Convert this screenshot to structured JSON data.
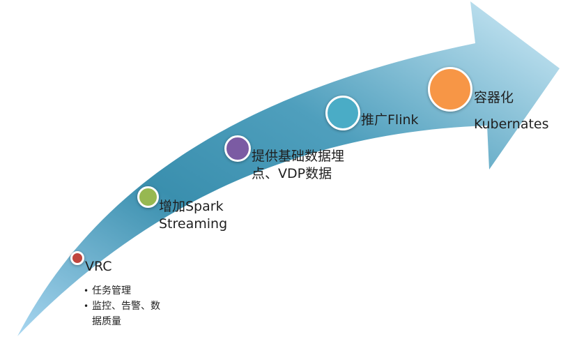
{
  "colors": {
    "arrow_tip": "#c9e6f6",
    "arrow_mid": "#3a8fae",
    "arrow_tail": "#9dd0ee",
    "arrow_dark": "#2b7796"
  },
  "milestones": [
    {
      "label": "VRC",
      "color": "#c0463e",
      "sub_items": [
        "任务管理",
        "监控、告警、数据质量"
      ]
    },
    {
      "label": "增加Spark Streaming",
      "color": "#97b851"
    },
    {
      "label": "提供基础数据埋点、VDP数据",
      "color": "#7b5ba3"
    },
    {
      "label": "推广Flink",
      "color": "#4aacc6"
    },
    {
      "label": "容器化",
      "label2": "Kubernates",
      "color": "#f79646"
    }
  ]
}
